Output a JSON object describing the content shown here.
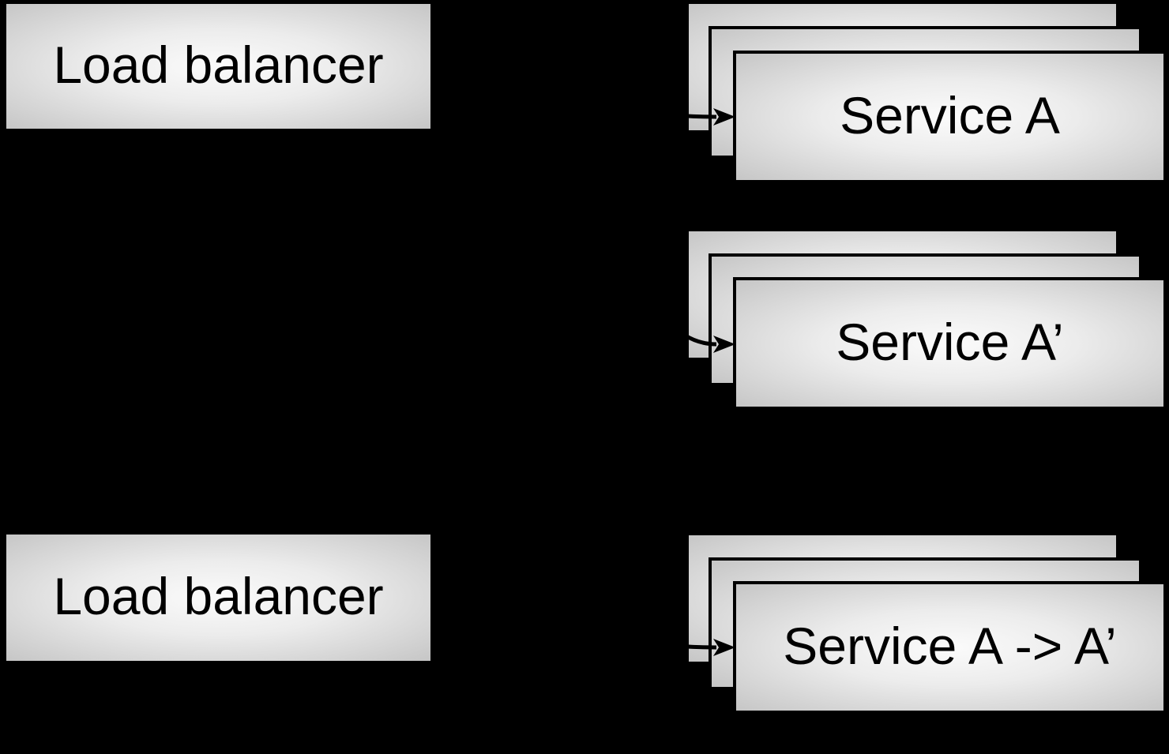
{
  "diagram": {
    "background_color": "#000000",
    "shape_fill_center": "#fbfbfb",
    "shape_fill_edge": "#c6c6c6",
    "shape_border_color": "#000000",
    "connector_color": "#000000",
    "label_color": "#000000",
    "load_balancer_top": {
      "label": "Load balancer"
    },
    "load_balancer_bottom": {
      "label": "Load balancer"
    },
    "service_a_stack": {
      "label": "Service A",
      "instance_count": 3
    },
    "service_a_prime_stack": {
      "label": "Service A’",
      "instance_count": 3
    },
    "service_a_migration_stack": {
      "label": "Service A -> A’",
      "instance_count": 3
    },
    "edges": [
      {
        "from": "load-balancer-top",
        "to": "service-a-stack"
      },
      {
        "from": "load-balancer-top",
        "to": "service-a-prime-stack"
      },
      {
        "from": "load-balancer-bottom",
        "to": "service-a-migration-stack"
      }
    ]
  }
}
